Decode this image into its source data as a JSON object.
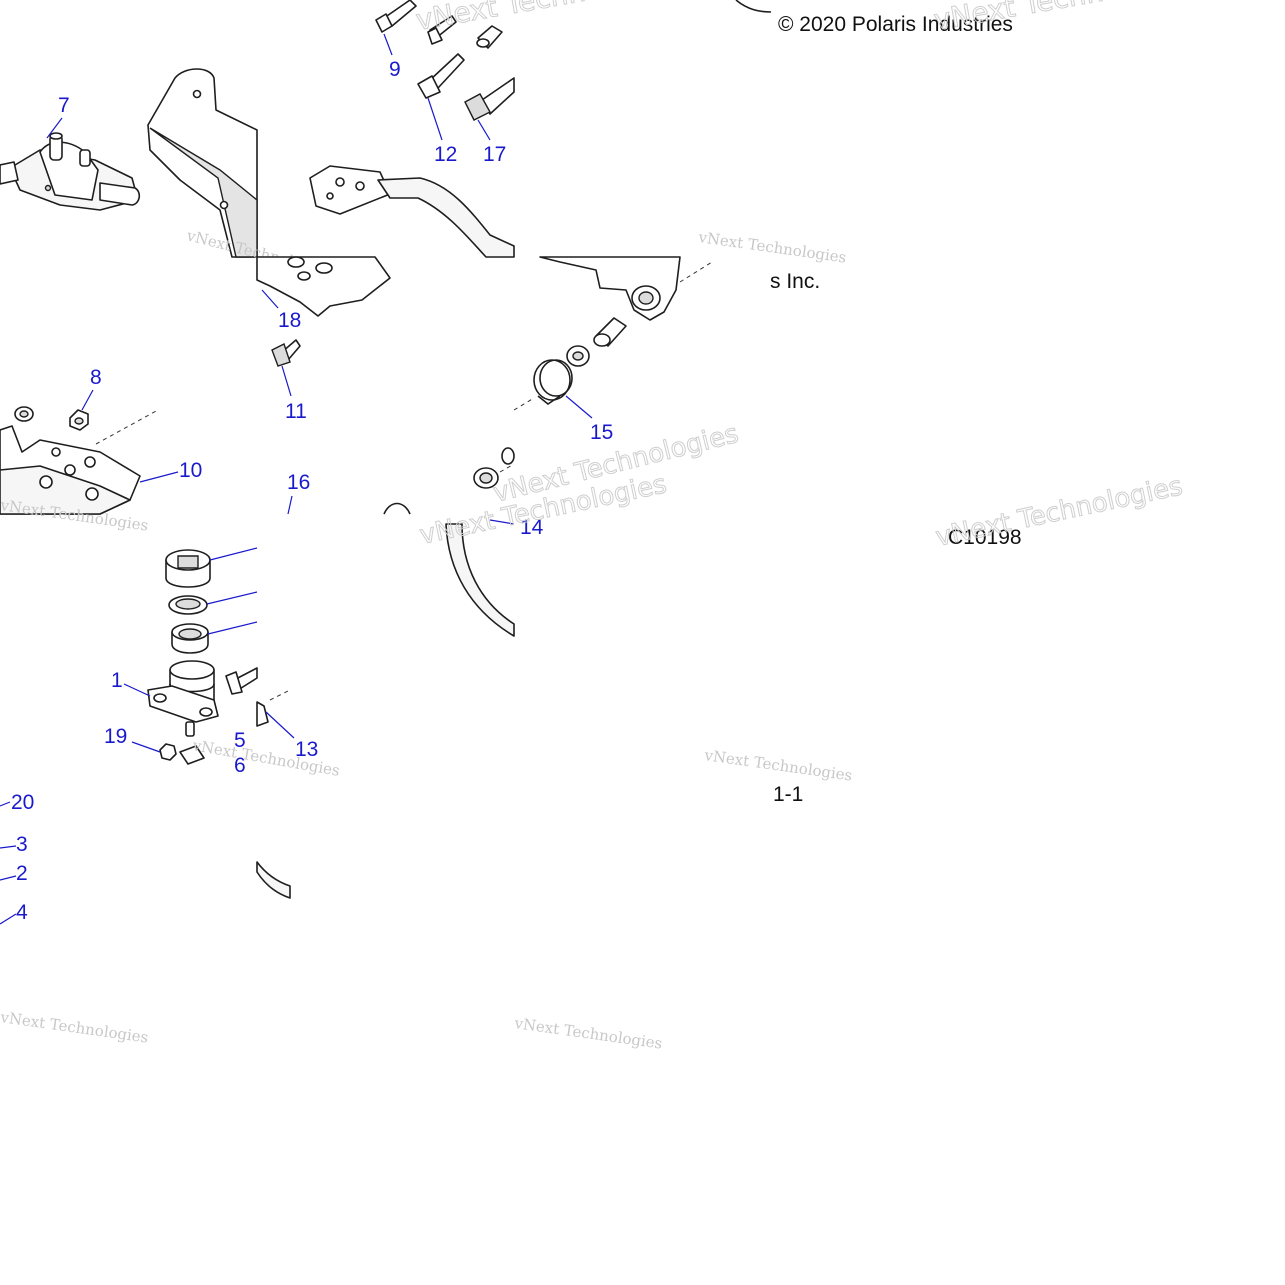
{
  "copyright": "© 2020 Polaris Industries",
  "copyright_tail": "s Inc.",
  "illustration_code": "C10198",
  "page_number": "1-1",
  "watermark_text": "vNext Technologies",
  "callouts": {
    "c1": "1",
    "c2": "2",
    "c3": "3",
    "c4": "4",
    "c5": "5",
    "c6": "6",
    "c7": "7",
    "c8": "8",
    "c9": "9",
    "c10": "10",
    "c11": "11",
    "c12": "12",
    "c13": "13",
    "c14": "14",
    "c15": "15",
    "c16": "16",
    "c17": "17",
    "c18": "18",
    "c19": "19",
    "c20": "20"
  },
  "colors": {
    "callout": "#1a1acd",
    "line_art": "#1e1e1e",
    "watermark": "#c8c8c8"
  }
}
